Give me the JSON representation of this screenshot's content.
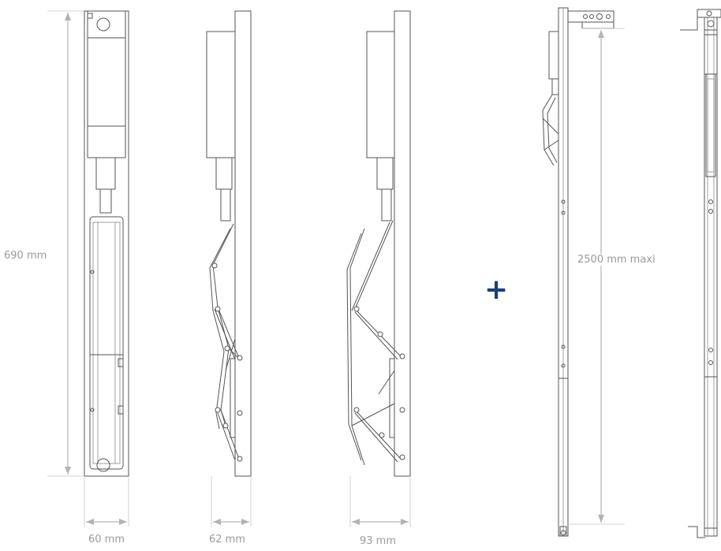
{
  "dimensions": {
    "height_label": "690 mm",
    "width_closed_label": "60 mm",
    "depth_partial_label": "62 mm",
    "depth_open_label": "93 mm",
    "extension_label": "2500 mm maxi"
  },
  "plus_symbol": "+",
  "colors": {
    "line": "#555555",
    "dimension": "#b3b3b3",
    "dimension_text": "#9a9a9a",
    "plus": "#1f3f73"
  }
}
